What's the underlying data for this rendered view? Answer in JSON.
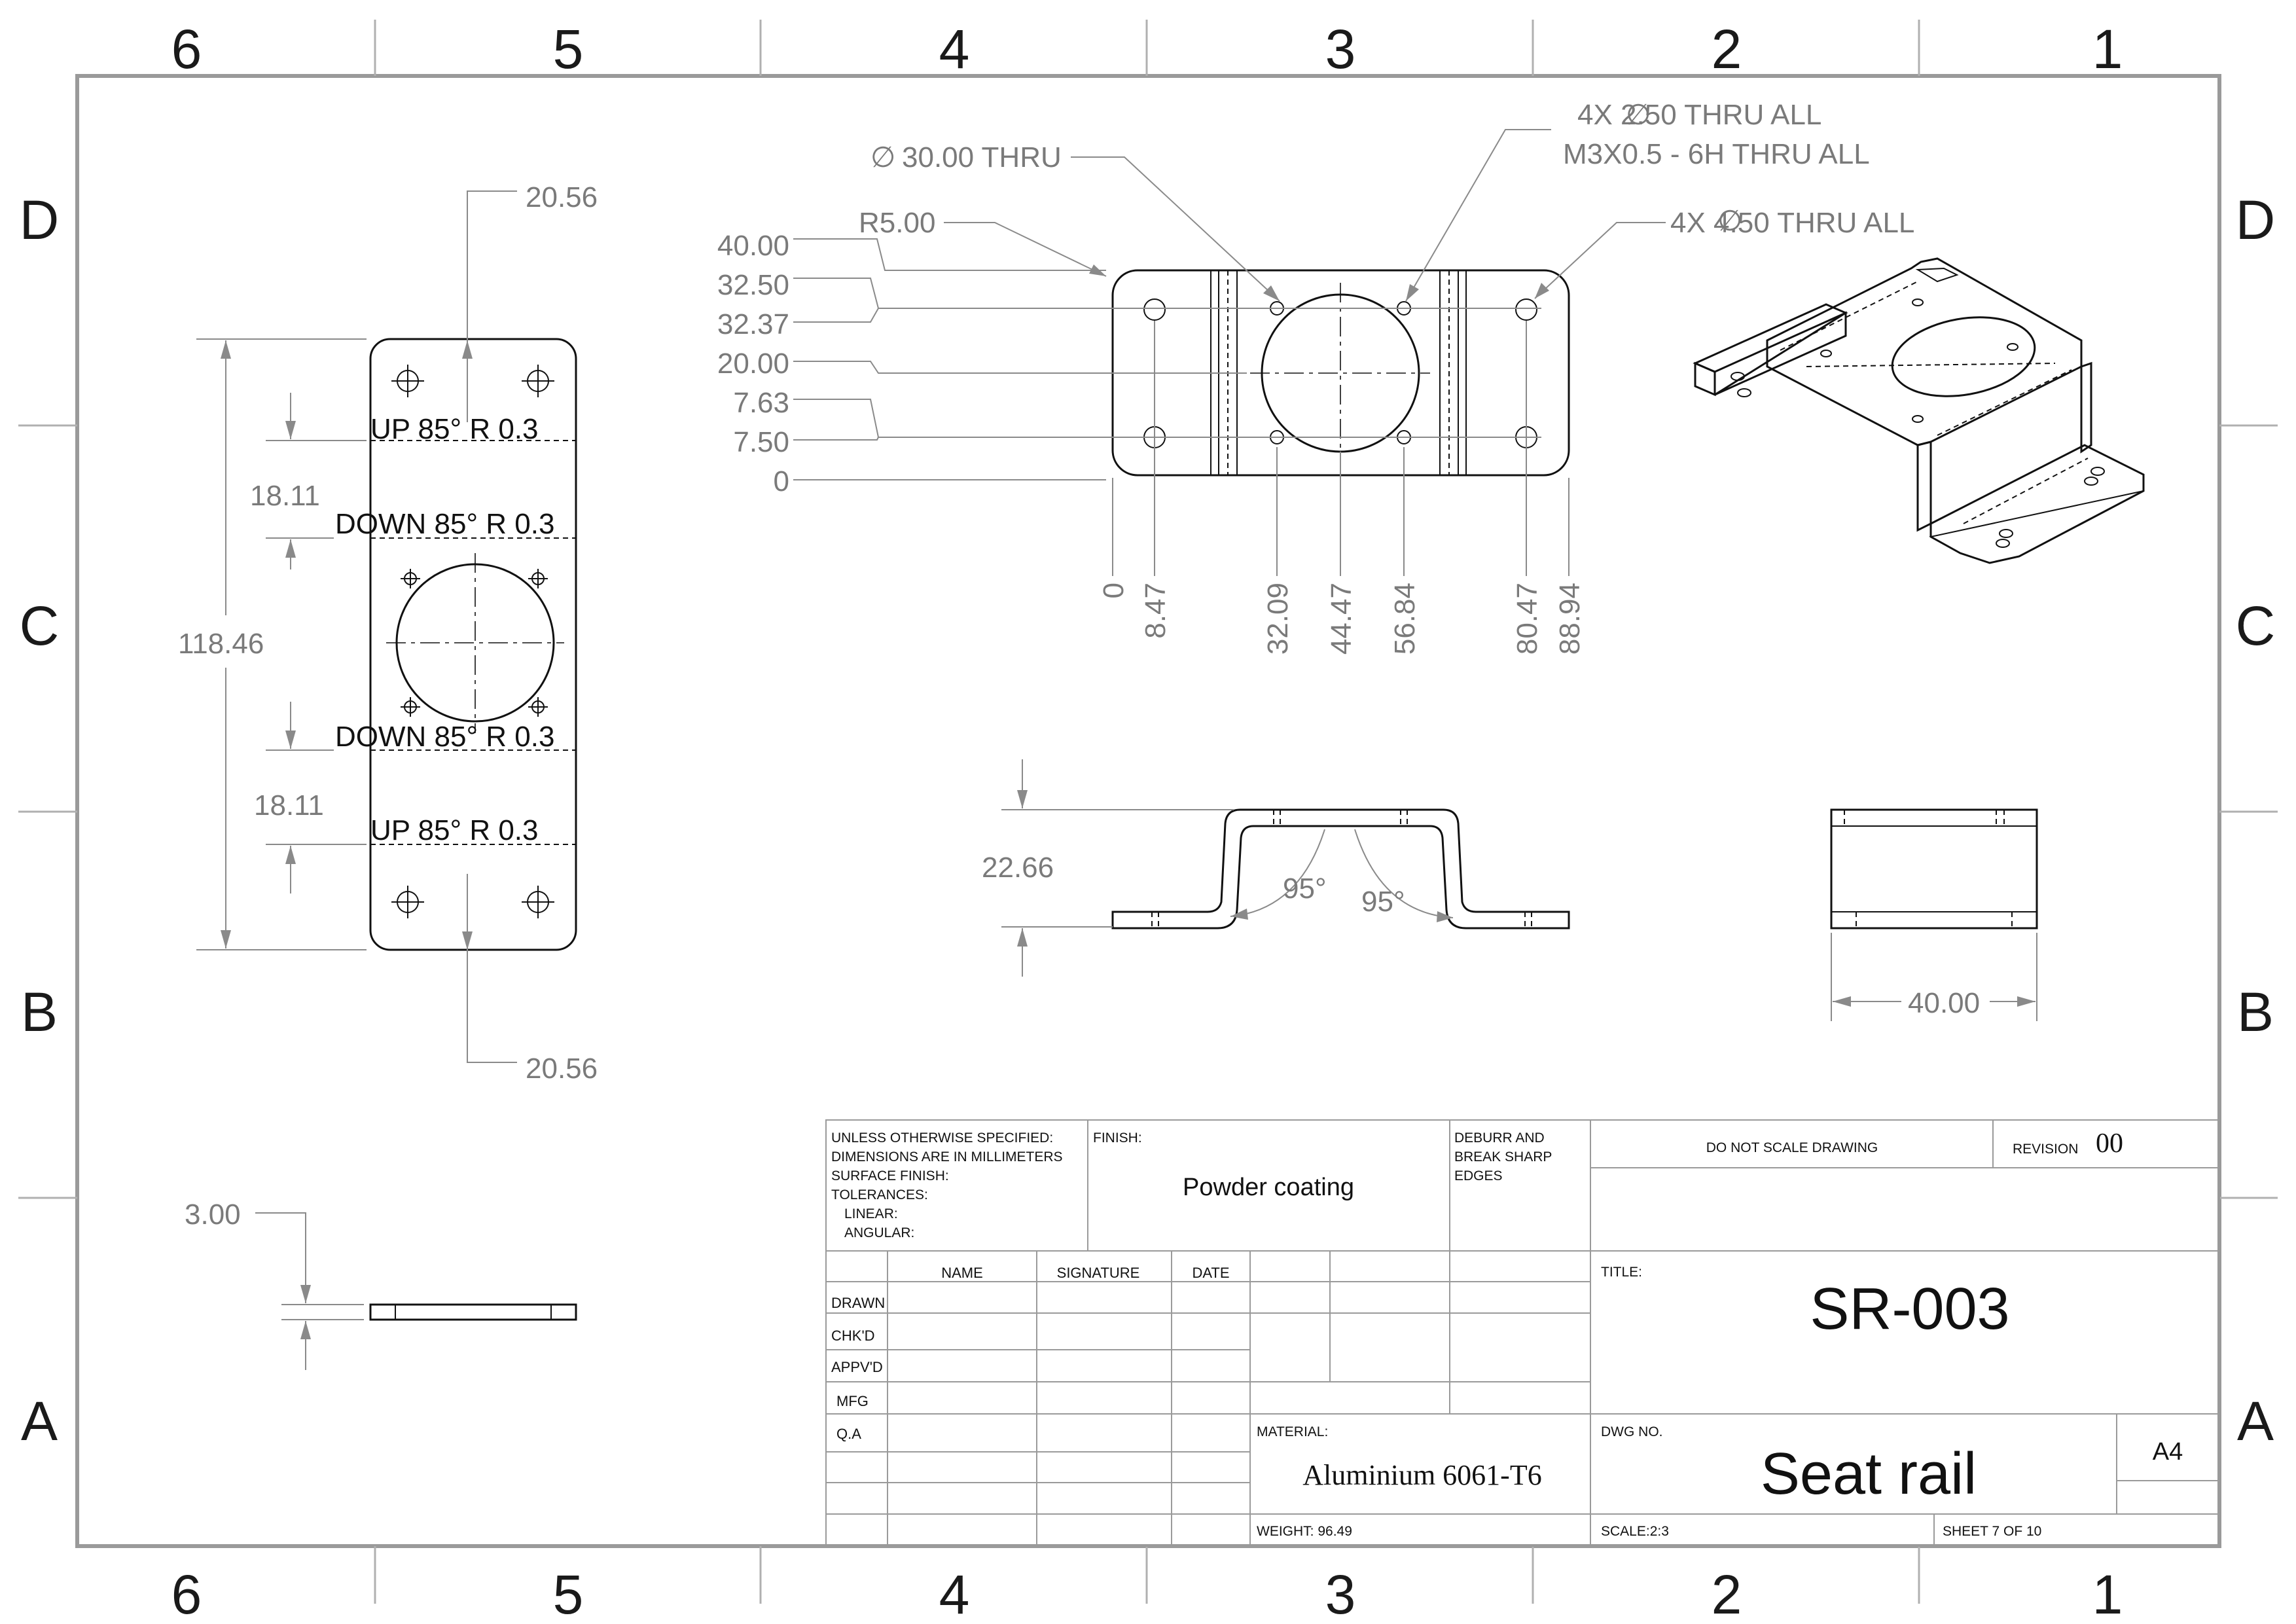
{
  "zones": {
    "columns": [
      "6",
      "5",
      "4",
      "3",
      "2",
      "1"
    ],
    "rows": [
      "D",
      "C",
      "B",
      "A"
    ]
  },
  "flat_view": {
    "dims": {
      "top_offset": "20.56",
      "bottom_offset": "20.56",
      "length": "118.46",
      "bend_spacing_top": "18.11",
      "bend_spacing_bottom": "18.11"
    },
    "bend_notes": [
      "UP  85°  R 0.3",
      "DOWN  85°  R 0.3",
      "DOWN  85°  R 0.3",
      "UP  85°  R 0.3"
    ]
  },
  "top_view": {
    "callouts": {
      "center_hole": "30.00 THRU",
      "small_holes_line1": "4X     2.50 THRU ALL",
      "small_holes_line2": "M3X0.5 - 6H THRU ALL",
      "corner_holes": "4X     4.50 THRU ALL",
      "radius": "R5.00",
      "diameter_symbol": "∅"
    },
    "y_ordinates": [
      "40.00",
      "32.50",
      "32.37",
      "20.00",
      "7.63",
      "7.50",
      "0"
    ],
    "x_ordinates": [
      "0",
      "8.47",
      "32.09",
      "44.47",
      "56.84",
      "80.47",
      "88.94"
    ]
  },
  "front_view": {
    "height": "22.66",
    "angle_left": "95°",
    "angle_right": "95°"
  },
  "side_view": {
    "width": "40.00"
  },
  "thickness_view": {
    "thickness": "3.00"
  },
  "title_block": {
    "general_notes": [
      "UNLESS OTHERWISE SPECIFIED:",
      "DIMENSIONS ARE IN MILLIMETERS",
      "SURFACE FINISH:",
      "TOLERANCES:",
      "  LINEAR:",
      "  ANGULAR:"
    ],
    "finish_label": "FINISH:",
    "finish_value": "Powder coating",
    "deburr": [
      "DEBURR AND",
      "BREAK SHARP",
      "EDGES"
    ],
    "do_not_scale": "DO NOT SCALE DRAWING",
    "revision_label": "REVISION",
    "revision_value": "00",
    "columns": [
      "NAME",
      "SIGNATURE",
      "DATE"
    ],
    "rows": [
      "DRAWN",
      "CHK'D",
      "APPV'D",
      "MFG",
      "Q.A"
    ],
    "title_label": "TITLE:",
    "title_value": "SR-003",
    "material_label": "MATERIAL:",
    "material_value": "Aluminium 6061-T6",
    "dwg_label": "DWG NO.",
    "dwg_value": "Seat rail",
    "size": "A4",
    "weight": "WEIGHT: 96.49",
    "scale": "SCALE:2:3",
    "sheet": "SHEET 7 OF 10"
  }
}
